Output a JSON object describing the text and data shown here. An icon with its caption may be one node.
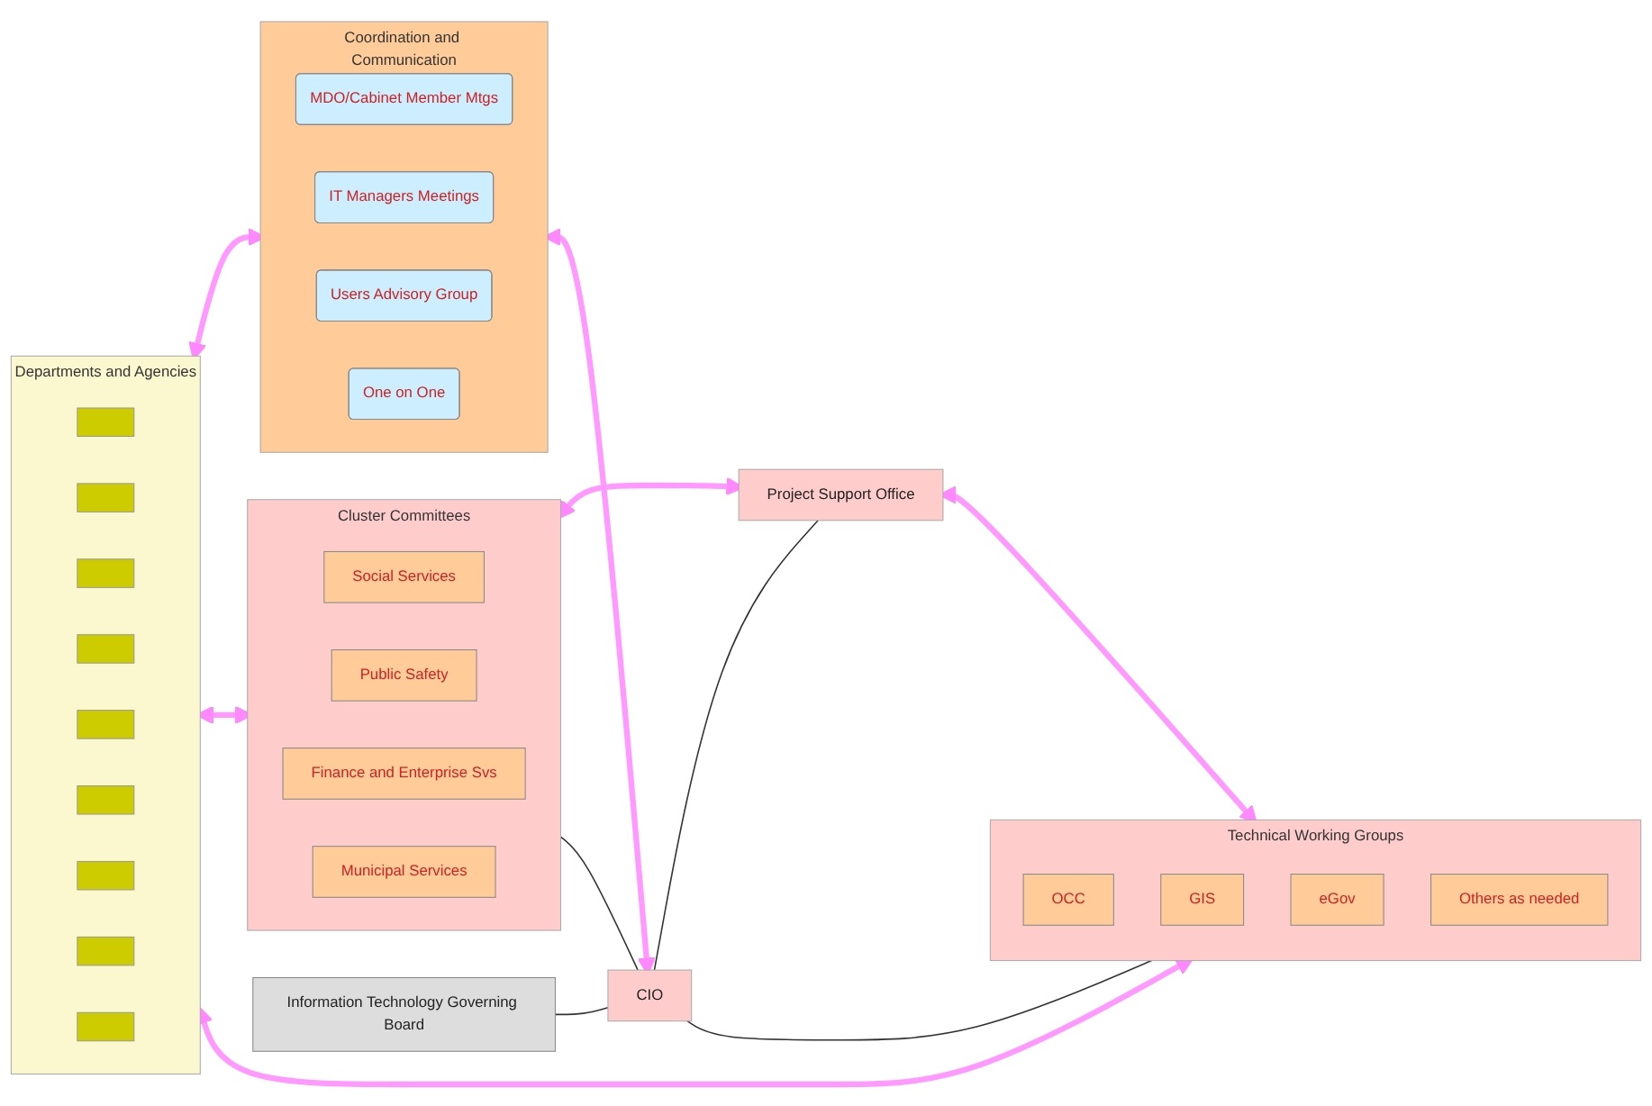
{
  "diagram": {
    "nodes": [
      {
        "text": [
          "Departments and Agencies"
        ]
      },
      {
        "text": [],
        "shape": "box",
        "in": 0
      },
      {
        "text": [],
        "shape": "box",
        "in": 0
      },
      {
        "text": [],
        "shape": "box",
        "in": 0
      },
      {
        "text": [],
        "shape": "box",
        "in": 0
      },
      {
        "text": [],
        "shape": "box",
        "in": 0
      },
      {
        "text": [],
        "shape": "box",
        "in": 0
      },
      {
        "text": [],
        "shape": "box",
        "in": 0
      },
      {
        "text": [],
        "shape": "box",
        "in": 0
      },
      {
        "text": [],
        "shape": "box",
        "in": 0
      },
      {
        "text": [
          "Coordination and Communication"
        ]
      },
      {
        "text": [
          "MDO/Cabinet Member Mtgs"
        ],
        "in": 10
      },
      {
        "text": [
          "IT Managers Meetings"
        ],
        "in": 10
      },
      {
        "text": [
          "Users Advisory Group"
        ],
        "in": 10
      },
      {
        "text": [
          "One on One"
        ],
        "in": 10
      },
      {
        "text": [
          "Cluster Committees"
        ]
      },
      {
        "text": [
          "Social Services"
        ],
        "in": 15
      },
      {
        "text": [
          "Public Safety"
        ],
        "in": 15
      },
      {
        "text": [
          "Finance and Enterprise Svs"
        ],
        "in": 15
      },
      {
        "text": [
          "Municipal Services"
        ],
        "in": 15
      },
      {
        "text": [
          "Information Technology Governing Board"
        ]
      },
      {
        "text": [
          "CIO"
        ]
      },
      {
        "text": [
          "Project Support Office"
        ]
      },
      {
        "text": [
          "Technical Working Groups"
        ]
      },
      {
        "text": [
          "OCC"
        ],
        "in": 23
      },
      {
        "text": [
          "GIS"
        ],
        "in": 23
      },
      {
        "text": [
          "eGov"
        ],
        "in": 23
      },
      {
        "text": [
          "Others as needed"
        ],
        "in": 23
      }
    ],
    "edges": [
      {
        "from": 0,
        "to": 10,
        "arrow": "both"
      },
      {
        "from": 0,
        "to": 15,
        "arrow": "both"
      },
      {
        "from": 10,
        "to": 21,
        "arrow": "both"
      },
      {
        "from": 15,
        "to": 22,
        "arrow": "both"
      },
      {
        "from": 22,
        "to": 23,
        "arrow": "both"
      },
      {
        "from": 0,
        "to": 23,
        "arrow": "both"
      },
      {
        "from": 20,
        "to": 21,
        "arrow": "none",
        "color": "#333333"
      },
      {
        "from": 21,
        "to": 22,
        "arrow": "none",
        "color": "#333333"
      },
      {
        "from": 21,
        "to": 23,
        "arrow": "none",
        "color": "#333333"
      },
      {
        "from": 15,
        "to": 21,
        "arrow": "none",
        "color": "#333333"
      }
    ]
  }
}
